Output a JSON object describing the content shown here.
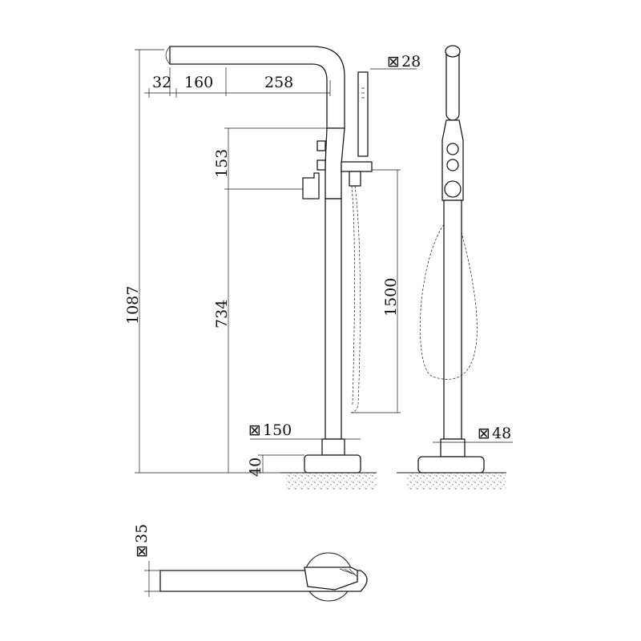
{
  "dimensions": {
    "spout_tip": "32",
    "spout_mid": "160",
    "spout_back": "258",
    "overall_height": "1087",
    "head_height": "153",
    "control_height": "734",
    "hose_length": "1500",
    "square_symbol": "⊠",
    "hand_shower": "28",
    "base": "150",
    "base_height": "40",
    "column": "48",
    "spout_section": "35"
  },
  "icon_names": [
    "hand-shower-icon",
    "valve-handle-icon",
    "floor-base-icon"
  ]
}
